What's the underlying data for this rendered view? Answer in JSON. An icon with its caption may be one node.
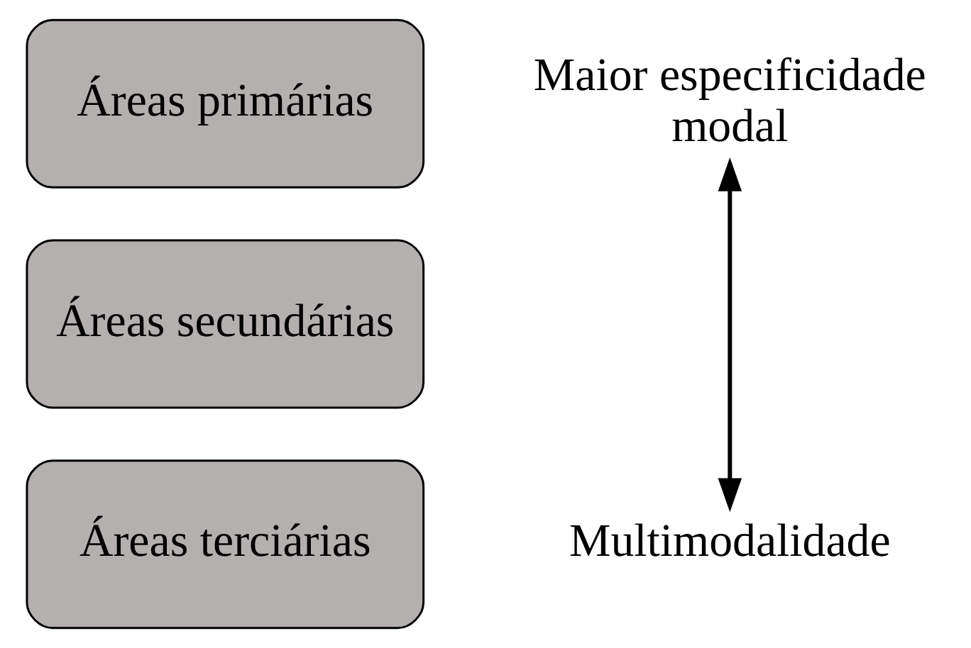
{
  "diagram": {
    "nodes": [
      {
        "text": [
          "Áreas primárias"
        ]
      },
      {
        "text": [
          "Áreas secundárias"
        ]
      },
      {
        "text": [
          "Áreas terciárias"
        ]
      },
      {
        "text": [
          "Maior especificidade modal"
        ]
      },
      {
        "text": [
          "Multimodalidade"
        ]
      }
    ],
    "edges": [
      {
        "from": 3,
        "to": 4,
        "arrow": "both"
      }
    ]
  }
}
